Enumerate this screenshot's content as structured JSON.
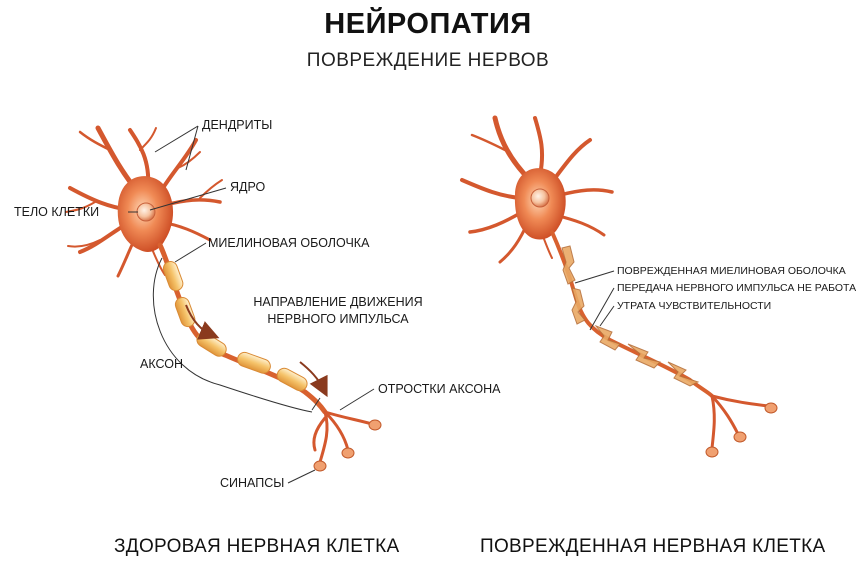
{
  "header": {
    "title": "НЕЙРОПАТИЯ",
    "subtitle": "ПОВРЕЖДЕНИЕ НЕРВОВ"
  },
  "healthy": {
    "dendrites": "ДЕНДРИТЫ",
    "nucleus": "ЯДРО",
    "cell_body": "ТЕЛО КЛЕТКИ",
    "myelin": "МИЕЛИНОВАЯ ОБОЛОЧКА",
    "impulse_line1": "НАПРАВЛЕНИЕ ДВИЖЕНИЯ",
    "impulse_line2": "НЕРВНОГО ИМПУЛЬСА",
    "axon": "АКСОН",
    "axon_terminals": "ОТРОСТКИ АКСОНА",
    "synapses": "СИНАПСЫ",
    "caption": "ЗДОРОВАЯ НЕРВНАЯ КЛЕТКА"
  },
  "damaged": {
    "damaged_myelin": "ПОВРЕЖДЕННАЯ МИЕЛИНОВАЯ ОБОЛОЧКА",
    "impulse_fail": "ПЕРЕДАЧА НЕРВНОГО ИМПУЛЬСА НЕ РАБОТАЕТ",
    "sensation_loss": "УТРАТА ЧУВСТВИТЕЛЬНОСТИ",
    "caption": "ПОВРЕЖДЕННАЯ НЕРВНАЯ КЛЕТКА"
  },
  "colors": {
    "neuron": "#e0643a",
    "neuron_dark": "#b8431f",
    "myelin": "#f4c56b",
    "arrow": "#8a3a1e",
    "leader": "#333333"
  }
}
